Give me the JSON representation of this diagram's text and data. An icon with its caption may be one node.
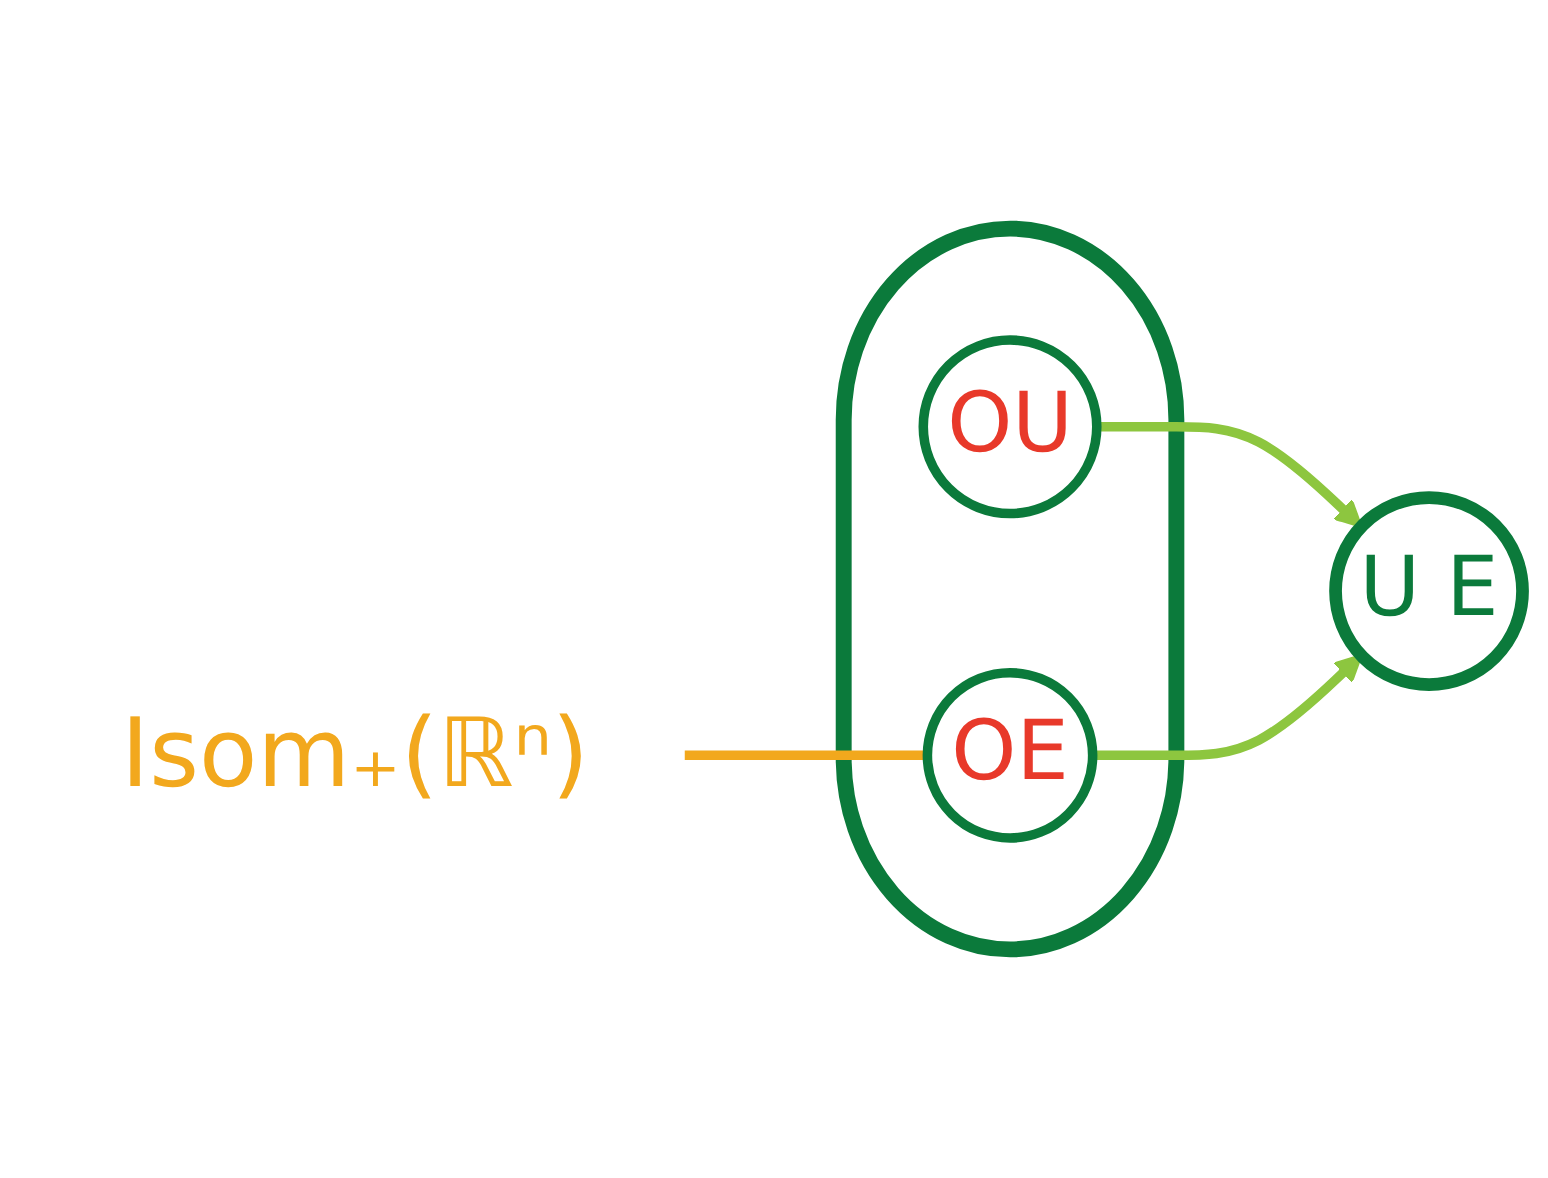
{
  "diagram": {
    "nodes": [
      {
        "text": [],
        "shape": "ellipse"
      },
      {
        "text": [
          "OU"
        ],
        "in": 0
      },
      {
        "text": [
          "OE"
        ],
        "in": 0
      },
      {
        "text": [
          "U E"
        ]
      },
      {
        "text": [
          "Isom₊(ℝⁿ)"
        ]
      }
    ],
    "edges": [
      {
        "from": 1,
        "to": 3,
        "arrow": "to"
      },
      {
        "from": 2,
        "to": 3,
        "arrow": "to"
      },
      {
        "from": 4,
        "to": 2,
        "arrow": "none",
        "color": "#f2a81d"
      }
    ]
  }
}
